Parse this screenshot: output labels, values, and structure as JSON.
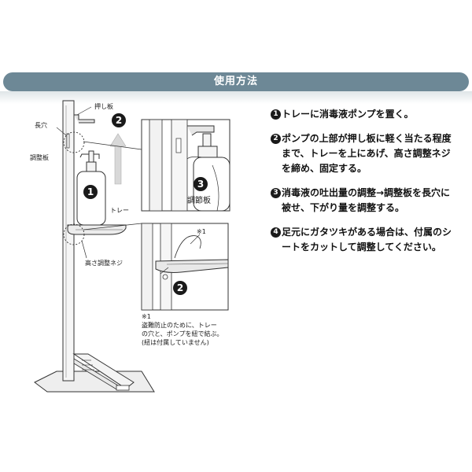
{
  "section_title": "使用方法",
  "labels": {
    "oshiita": "押し板",
    "nagaana": "長穴",
    "choseiban": "調整板",
    "tray": "トレー",
    "takasa_neji": "高さ調整ネジ",
    "choseiban_detail": "調節板",
    "note_mark": "※1"
  },
  "badges": {
    "one": "1",
    "two": "2",
    "three": "3"
  },
  "note": {
    "mark": "※1",
    "line1": "盗難防止のために、トレー",
    "line2": "の穴と、ポンプを紐で結ぶ。",
    "line3": "(紐は付属していません)"
  },
  "steps": [
    {
      "num": "1",
      "text": "トレーに消毒液ポンプを置く。"
    },
    {
      "num": "2",
      "text": "ポンプの上部が押し板に軽く当たる程度まで、トレーを上にあげ、高さ調整ネジを締め、固定する。"
    },
    {
      "num": "3",
      "text": "消毒液の吐出量の調整→調整板を長穴に被せ、下がり量を調整する。"
    },
    {
      "num": "4",
      "text": "足元にガタツキがある場合は、付属のシートをカットして調整してください。"
    }
  ],
  "colors": {
    "banner": "#6d8896",
    "badge": "#1a1a1a",
    "line": "#333333"
  }
}
